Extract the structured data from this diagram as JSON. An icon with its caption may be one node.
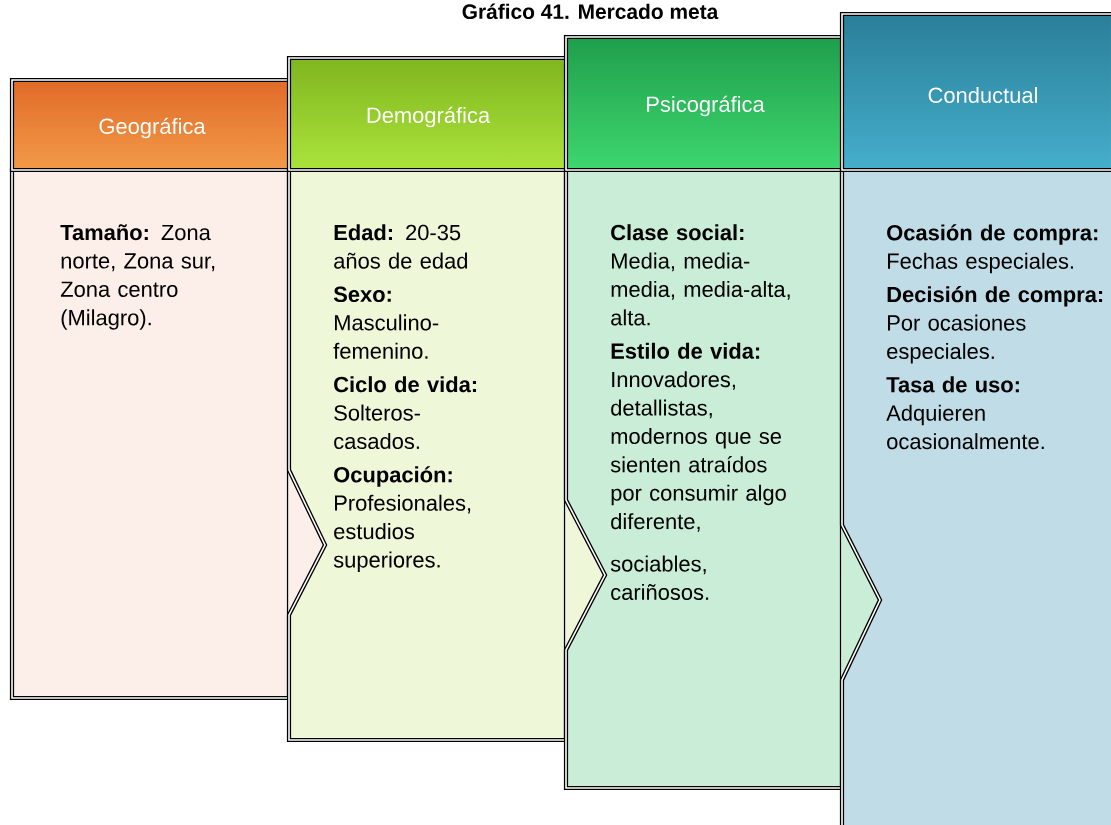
{
  "diagram": {
    "title": "Gráfico 41. Mercado meta",
    "nodes": [
      {
        "text": [
          "Geográfica"
        ]
      },
      {
        "text": [
          "**Tamaño:** Zona norte, Zona sur, Zona centro (Milagro)."
        ]
      },
      {
        "text": [
          "Demográfica"
        ]
      },
      {
        "text": [
          "**Edad:** 20-35 años de edad",
          "**Sexo:** Masculino-femenino.",
          "**Ciclo de vida:** Solteros-casados.",
          "**Ocupación:** Profesionales, estudios superiores."
        ]
      },
      {
        "text": [
          "Psicográfica"
        ]
      },
      {
        "text": [
          "**Clase social:** Media, media-media, media-alta, alta.",
          "**Estilo de vida:** Innovadores, detallistas, modernos que se sienten atraídos por consumir algo diferente,",
          "sociables, cariñosos."
        ]
      },
      {
        "text": [
          "Conductual"
        ]
      },
      {
        "text": [
          "**Ocasión de compra:** Fechas especiales.",
          "**Decisión de compra:** Por ocasiones especiales.",
          "**Tasa de uso:** Adquieren ocasionalmente."
        ]
      }
    ]
  }
}
